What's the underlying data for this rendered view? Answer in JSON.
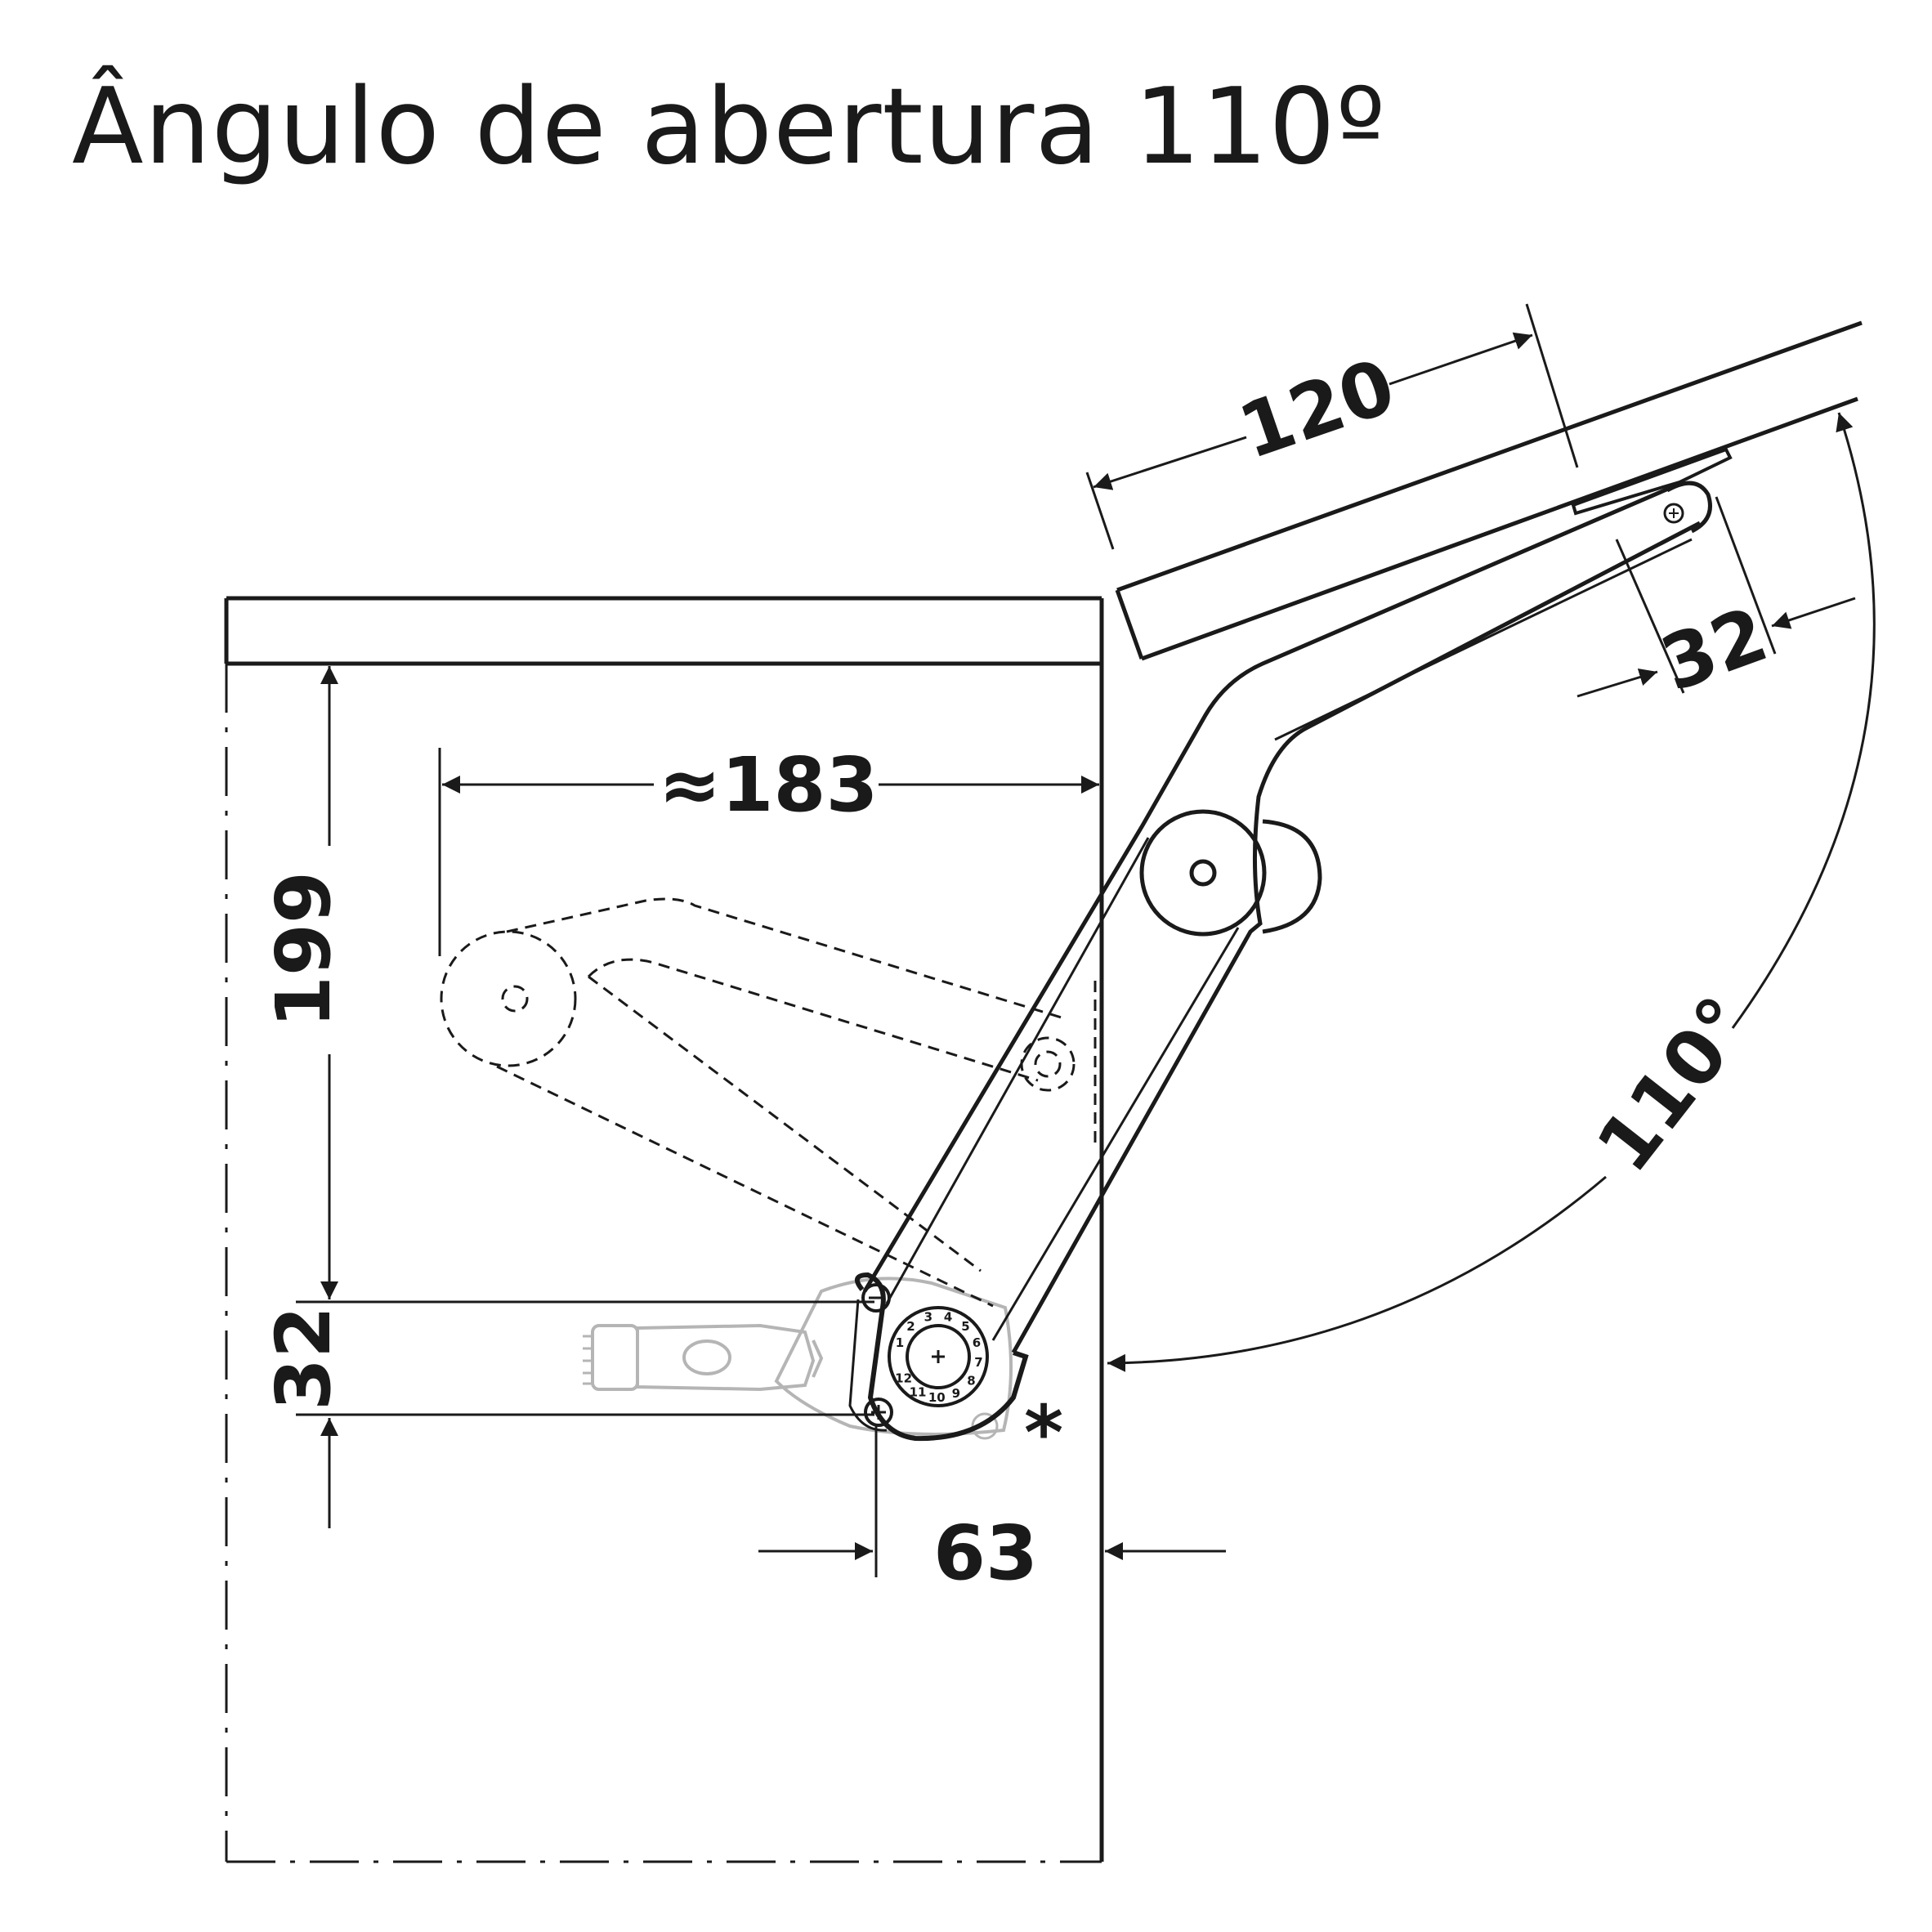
{
  "title": "Ângulo de abertura 110º",
  "dimensions": {
    "lever_length": "120",
    "lid_offset": "32",
    "horizontal_travel": "≈183",
    "height": "199",
    "mount_spacing": "32",
    "mount_offset": "63",
    "opening_angle": "110°"
  },
  "footnote_marker": "*",
  "dial_numbers": [
    "1",
    "2",
    "3",
    "4",
    "5",
    "6",
    "7",
    "8",
    "9",
    "10",
    "11",
    "12"
  ],
  "colors": {
    "line": "#1a1a1a",
    "ghost": "#b5b5b5",
    "background": "#ffffff"
  }
}
